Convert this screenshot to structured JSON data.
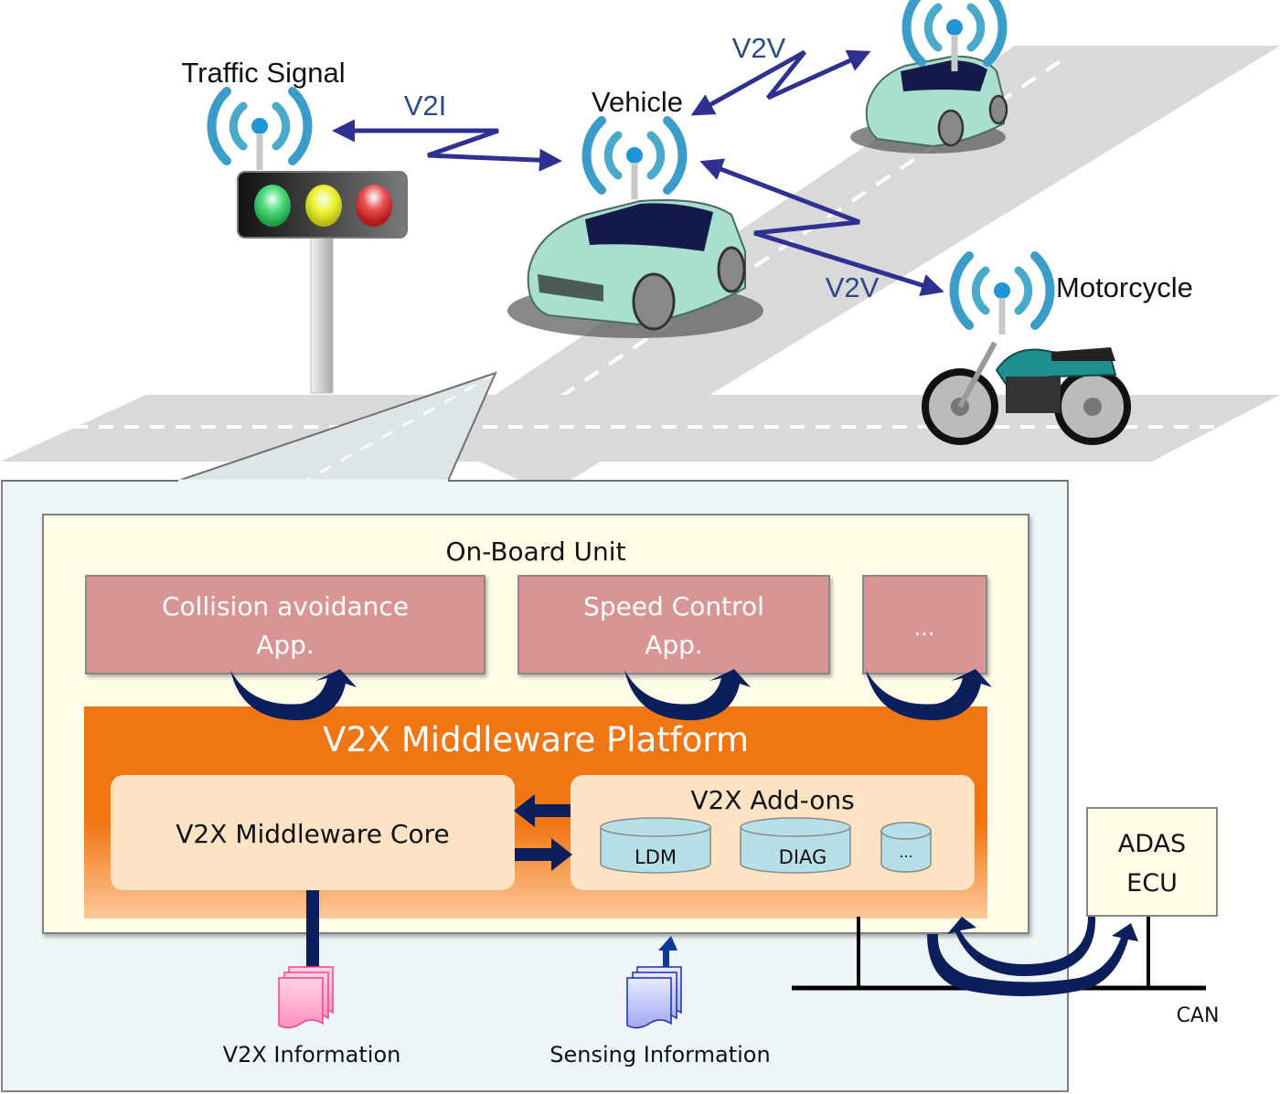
{
  "scene": {
    "traffic_signal_label": "Traffic Signal",
    "vehicle_label": "Vehicle",
    "motorcycle_label": "Motorcycle",
    "links": {
      "v2i": "V2I",
      "v2v_upper": "V2V",
      "v2v_lower": "V2V"
    },
    "signal_lights": [
      "green",
      "yellow",
      "red"
    ]
  },
  "obu": {
    "title": "On-Board Unit",
    "apps": [
      {
        "line1": "Collision avoidance",
        "line2": "App."
      },
      {
        "line1": "Speed Control",
        "line2": "App."
      },
      {
        "line1": "...",
        "line2": ""
      }
    ],
    "platform": {
      "title": "V2X Middleware Platform",
      "core": "V2X Middleware Core",
      "addons": {
        "title": "V2X Add-ons",
        "items": [
          "LDM",
          "DIAG",
          "..."
        ]
      }
    }
  },
  "external": {
    "ecu_line1": "ADAS",
    "ecu_line2": "ECU",
    "bus_label": "CAN"
  },
  "info": {
    "v2x": "V2X Information",
    "sensing": "Sensing Information"
  },
  "colors": {
    "arrow": "#2e3192",
    "dark_arrow": "#0b1f5c",
    "orange": "#f07613",
    "app_box": "#d99594",
    "obu_bg": "#fffde8",
    "panel_bg": "#edf5f8",
    "car": "#a9dfcf",
    "antenna": "#3a9cc9"
  }
}
